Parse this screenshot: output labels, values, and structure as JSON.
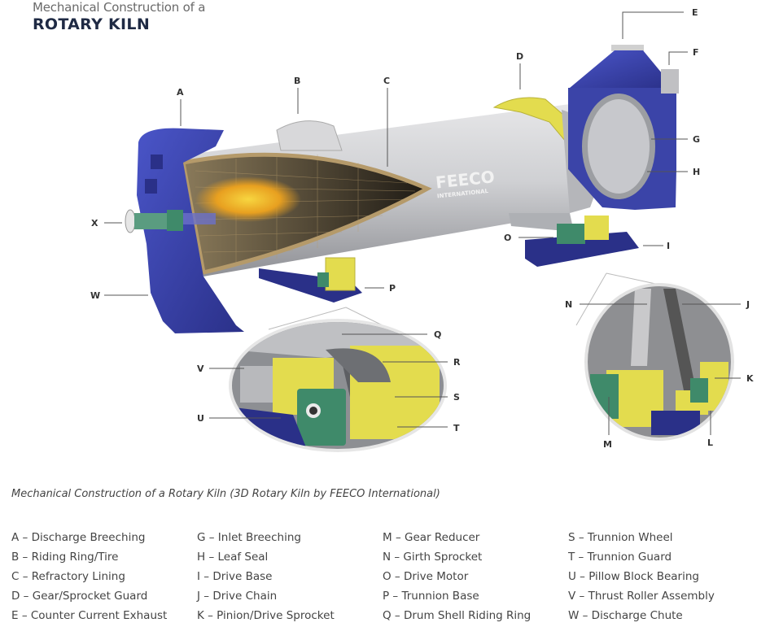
{
  "header": {
    "title_line1": "Mechanical Construction of a",
    "title_line2": "ROTARY KILN"
  },
  "diagram": {
    "logo_main": "FEECO",
    "logo_sub": "INTERNATIONAL",
    "callouts": {
      "A": "A",
      "B": "B",
      "C": "C",
      "D": "D",
      "E": "E",
      "F": "F",
      "G": "G",
      "H": "H",
      "I": "I",
      "J": "J",
      "K": "K",
      "L": "L",
      "M": "M",
      "N": "N",
      "O": "O",
      "P": "P",
      "Q": "Q",
      "R": "R",
      "S": "S",
      "T": "T",
      "U": "U",
      "V": "V",
      "W": "W",
      "X": "X"
    },
    "colors": {
      "breeching_blue": "#3b44a8",
      "shell_gray": "#c9c9cb",
      "guard_yellow": "#e3dc4e",
      "motor_green": "#3f8a6a",
      "flame_orange": "#e8a020",
      "refractory_tan": "#b59a6a"
    }
  },
  "caption": "Mechanical Construction of a Rotary Kiln (3D Rotary Kiln by FEECO International)",
  "legend": [
    [
      "A – Discharge Breeching",
      "B – Riding Ring/Tire",
      "C – Refractory Lining",
      "D – Gear/Sprocket Guard",
      "E – Counter Current Exhaust"
    ],
    [
      "G – Inlet Breeching",
      "H – Leaf Seal",
      "I – Drive Base",
      "J – Drive Chain",
      "K – Pinion/Drive Sprocket"
    ],
    [
      "M – Gear Reducer",
      "N – Girth Sprocket",
      "O – Drive Motor",
      "P – Trunnion Base",
      "Q – Drum Shell Riding Ring"
    ],
    [
      "S – Trunnion Wheel",
      "T – Trunnion Guard",
      "U – Pillow Block Bearing",
      "V – Thrust Roller Assembly",
      "W – Discharge Chute"
    ]
  ]
}
